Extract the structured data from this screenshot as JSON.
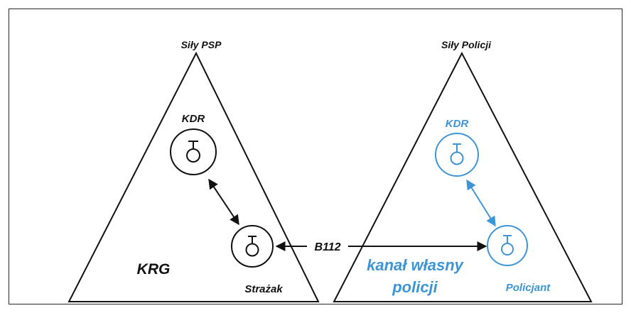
{
  "left_group": {
    "title": "Siły PSP",
    "commander_label": "KDR",
    "unit_label": "Strażak",
    "region_label": "KRG"
  },
  "right_group": {
    "title": "Siły Policji",
    "commander_label": "KDR",
    "unit_label": "Policjant",
    "channel_label_line1": "kanał własny",
    "channel_label_line2": "policji"
  },
  "link_label": "B112",
  "colors": {
    "psp": "#111111",
    "police": "#3d95d6"
  },
  "icons": [
    "radio-station-icon"
  ]
}
